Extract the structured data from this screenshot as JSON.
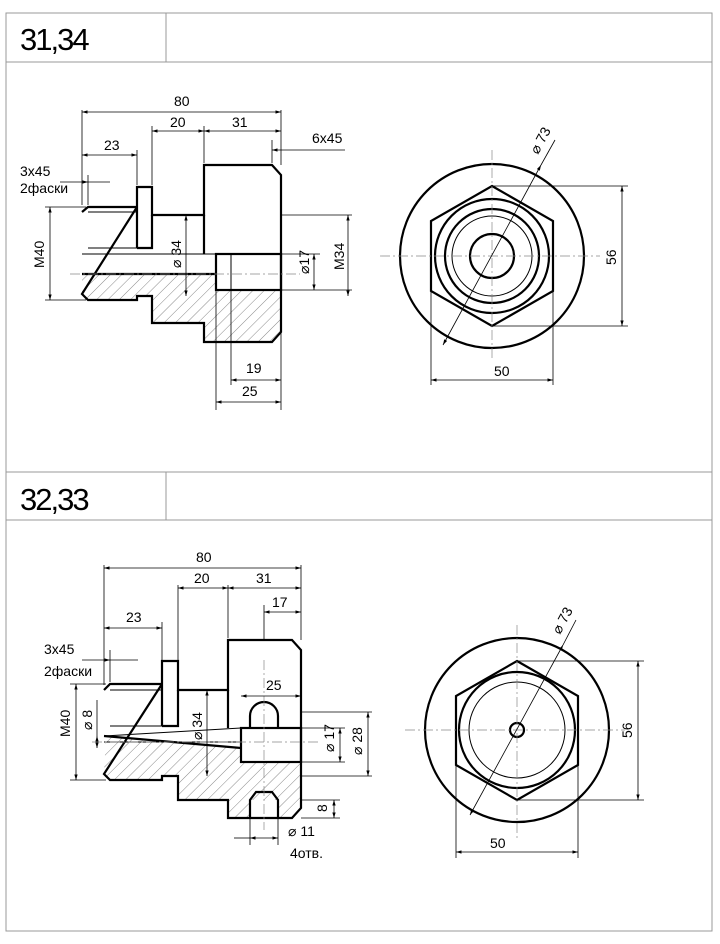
{
  "sheet": {
    "top": {
      "title": "31,34",
      "dims": {
        "len_total": "80",
        "len_20": "20",
        "len_31": "31",
        "len_23": "23",
        "chamfer_6": "6x45",
        "chamfer_3": "3x45",
        "chamfer_note": "2фаски",
        "thread_m40": "M40",
        "dia_34": "⌀ 34",
        "dia_17": "⌀17",
        "thread_m34": "M34",
        "len_19": "19",
        "len_25": "25",
        "dia_73": "⌀ 73",
        "flat_50": "50",
        "height_56": "56"
      }
    },
    "bottom": {
      "title": "32,33",
      "dims": {
        "len_total": "80",
        "len_20": "20",
        "len_31": "31",
        "len_17": "17",
        "len_23": "23",
        "chamfer_3": "3x45",
        "chamfer_note": "2фаски",
        "len_25": "25",
        "thread_m40": "M40",
        "dia_8": "⌀ 8",
        "dia_34": "⌀ 34",
        "dia_17": "⌀ 17",
        "dia_28": "⌀ 28",
        "depth_8": "8",
        "dia_11": "⌀ 11",
        "holes_note": "4отв.",
        "dia_73": "⌀ 73",
        "flat_50": "50",
        "height_56": "56"
      }
    }
  }
}
